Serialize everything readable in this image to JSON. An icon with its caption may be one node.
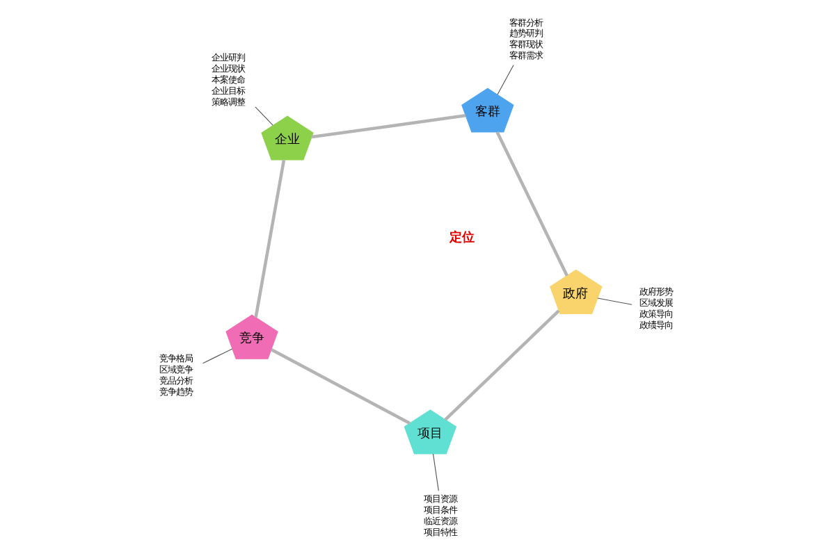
{
  "diagram": {
    "nodes": [
      {
        "text": [
          "企业"
        ]
      },
      {
        "text": [
          "竞争"
        ]
      },
      {
        "text": [
          "项目"
        ]
      },
      {
        "text": [
          "政府"
        ]
      },
      {
        "text": [
          "客群"
        ]
      },
      {
        "text": [
          "企业研判",
          "企业现状",
          "本案使命",
          "企业目标",
          "策略调整"
        ]
      },
      {
        "text": [
          "竞争格局",
          "区域竞争",
          "竞品分析",
          "竞争趋势"
        ]
      },
      {
        "text": [
          "项目资源",
          "项目条件",
          "临近资源",
          "项目特性"
        ]
      },
      {
        "text": [
          "政府形势",
          "区域发展",
          "政策导向",
          "政绩导向"
        ]
      },
      {
        "text": [
          "客群分析",
          "趋势研判",
          "客群现状",
          "客群需求"
        ]
      }
    ],
    "edges": [
      {
        "from": 0,
        "to": 1,
        "arrow": "none",
        "style": "thick",
        "color": "#b4b4b4"
      },
      {
        "from": 1,
        "to": 2,
        "arrow": "none",
        "style": "thick",
        "color": "#b4b4b4"
      },
      {
        "from": 2,
        "to": 3,
        "arrow": "none",
        "style": "thick",
        "color": "#b4b4b4"
      },
      {
        "from": 3,
        "to": 4,
        "arrow": "none",
        "style": "thick",
        "color": "#b4b4b4"
      },
      {
        "from": 4,
        "to": 0,
        "arrow": "none",
        "style": "thick",
        "color": "#b4b4b4"
      },
      {
        "from": 5,
        "to": 0,
        "arrow": "none",
        "color": "#555555"
      },
      {
        "from": 6,
        "to": 1,
        "arrow": "none",
        "color": "#555555"
      },
      {
        "from": 7,
        "to": 2,
        "arrow": "none",
        "color": "#555555"
      },
      {
        "from": 8,
        "to": 3,
        "arrow": "none",
        "color": "#555555"
      },
      {
        "from": 9,
        "to": 4,
        "arrow": "none",
        "color": "#555555"
      }
    ],
    "labels": [
      "定位"
    ]
  }
}
